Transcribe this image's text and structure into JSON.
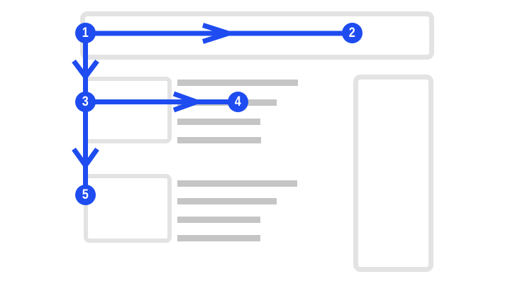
{
  "colors": {
    "canvas": "#ffffff",
    "accent": "#1e4cf0",
    "wireframe": "#e3e3e3",
    "placeholder_bar": "#c5c5c5",
    "step_label": "#ffffff"
  },
  "diagram": {
    "steps": [
      {
        "label": "1"
      },
      {
        "label": "2"
      },
      {
        "label": "3"
      },
      {
        "label": "4"
      },
      {
        "label": "5"
      }
    ]
  }
}
